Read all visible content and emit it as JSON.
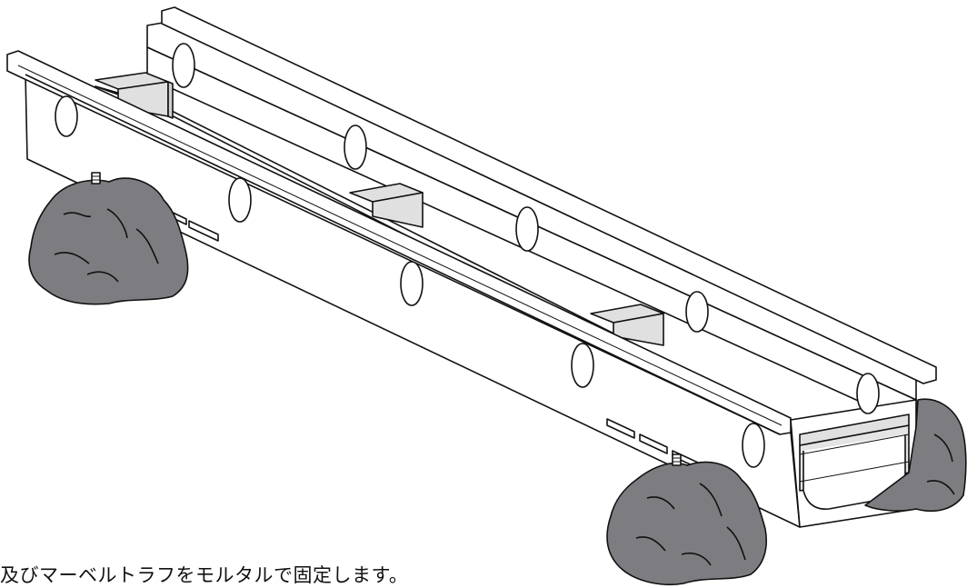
{
  "caption": "及びマーベルトラフをモルタルで固定します。",
  "colors": {
    "outline": "#111111",
    "concrete": "#ffffff",
    "inner_face": "#e0e0e0",
    "mortar": "#7d7d81"
  },
  "icons": [
    "mortar-lump",
    "anchor-bolt",
    "drain-hole",
    "drain-slot"
  ]
}
